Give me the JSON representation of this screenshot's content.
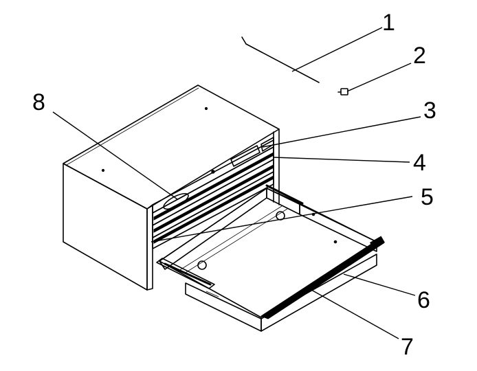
{
  "parts": [
    {
      "number": "1",
      "part": "rod"
    },
    {
      "number": "2",
      "part": "screw"
    },
    {
      "number": "3",
      "part": "label-plate"
    },
    {
      "number": "4",
      "part": "drawer-front-strip"
    },
    {
      "number": "5",
      "part": "drawer-slide"
    },
    {
      "number": "6",
      "part": "drawer-side-rail"
    },
    {
      "number": "7",
      "part": "drawer-pull-handle"
    },
    {
      "number": "8",
      "part": "emblem-badge"
    }
  ]
}
